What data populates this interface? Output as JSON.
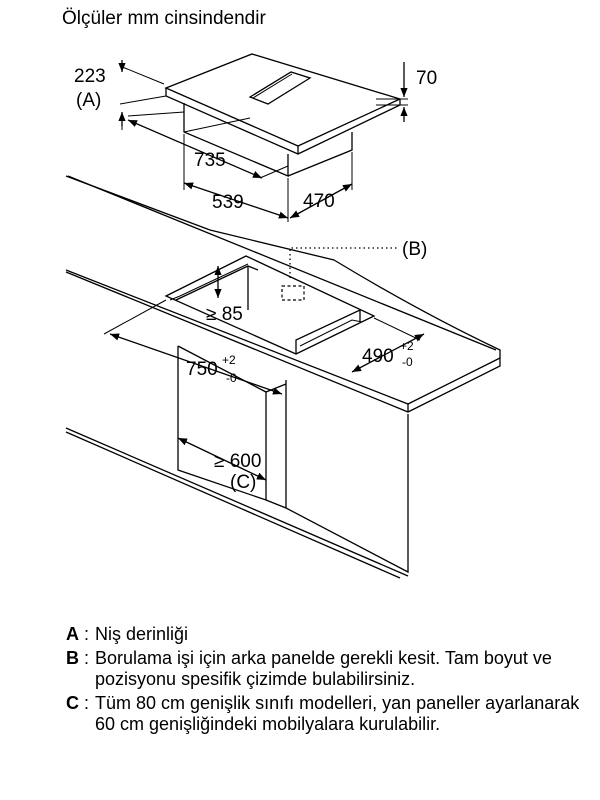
{
  "title": "Ölçüler mm cinsindendir",
  "dimensions": {
    "d223": "223",
    "labelA": "(A)",
    "d70": "70",
    "d735": "735",
    "d539": "539",
    "d470": "470",
    "labelB": "(B)",
    "d85": "≥ 85",
    "d750": "750",
    "d750_sup": "+2",
    "d750_sub": "-0",
    "d490": "490",
    "d490_sup": "+2",
    "d490_sub": "-0",
    "d600": "≥ 600",
    "labelC": "(C)"
  },
  "legend": [
    {
      "key": "A",
      "text": "Niş derinliği"
    },
    {
      "key": "B",
      "text": "Borulama işi için arka panelde gerekli kesit. Tam boyut ve pozisyonu spesifik çizimde bulabilirsiniz."
    },
    {
      "key": "C",
      "text": "Tüm 80 cm genişlik sınıfı modelleri, yan paneller ayarlanarak 60 cm genişliğindeki mobilyalara kurulabilir."
    }
  ]
}
